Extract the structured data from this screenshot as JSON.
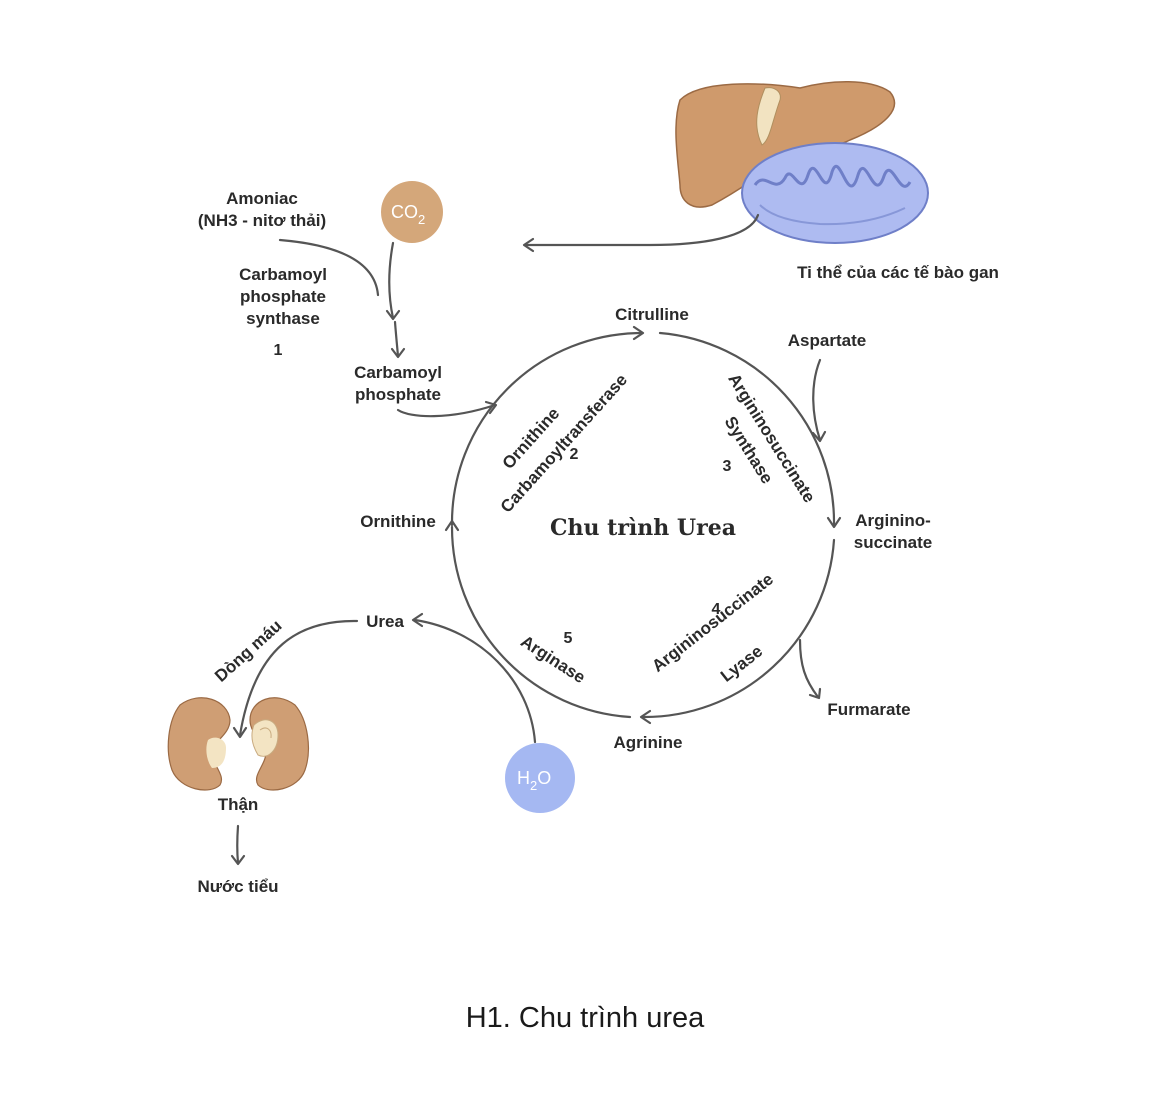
{
  "diagram": {
    "center_title": "Chu trình Urea",
    "caption": "H1. Chu trình urea",
    "molecules": {
      "ammonia_line1": "Amoniac",
      "ammonia_line2": "(NH3 - nitơ thải)",
      "co2_main": "CO",
      "co2_sub": "2",
      "carbamoyl_phosphate_line1": "Carbamoyl",
      "carbamoyl_phosphate_line2": "phosphate",
      "citrulline": "Citrulline",
      "aspartate": "Aspartate",
      "argininosuccinate_line1": "Arginino-",
      "argininosuccinate_line2": "succinate",
      "fumarate": "Furmarate",
      "arginine": "Agrinine",
      "h2o_main": "H",
      "h2o_sub": "2",
      "h2o_end": "O",
      "urea": "Urea",
      "ornithine": "Ornithine"
    },
    "enzymes": {
      "cps_line1": "Carbamoyl",
      "cps_line2": "phosphate",
      "cps_line3": "synthase",
      "cps_number": "1",
      "otc_line1": "Ornithine",
      "otc_line2": "Carbamoyltransferase",
      "otc_number": "2",
      "ass_line1": "Argininosuccinate",
      "ass_line2": "Synthase",
      "ass_number": "3",
      "asl_line1": "Argininosuccinate",
      "asl_line2": "Lyase",
      "asl_number": "4",
      "arginase": "Arginase",
      "arginase_number": "5"
    },
    "organs": {
      "liver_mitochondria_label": "Ti thể của các tế bào gan",
      "kidney_label": "Thận",
      "blood_label": "Dòng máu",
      "urine_label": "Nước tiểu"
    },
    "colors": {
      "co2_fill": "#d4a77a",
      "h2o_fill": "#a5b8f2",
      "liver_fill": "#cf9a6c",
      "kidney_fill": "#cf9e74",
      "mito_fill": "#aebbf1",
      "mito_stroke": "#6f7fc8",
      "arrow_stroke": "#555555"
    }
  }
}
